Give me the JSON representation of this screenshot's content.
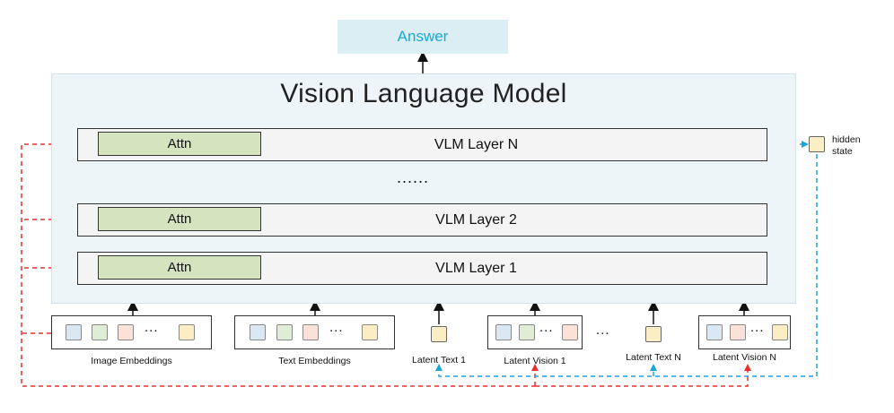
{
  "answer": {
    "label": "Answer"
  },
  "model": {
    "title": "Vision Language Model"
  },
  "layers": [
    {
      "attn": "Attn",
      "label": "VLM Layer N"
    },
    {
      "attn": "Attn",
      "label": "VLM Layer 2"
    },
    {
      "attn": "Attn",
      "label": "VLM Layer 1"
    }
  ],
  "layer_ellipsis": "......",
  "hidden_state": {
    "label": "hidden state"
  },
  "inputs": {
    "image_embeddings": {
      "label": "Image Embeddings",
      "dots": "..."
    },
    "text_embeddings": {
      "label": "Text Embeddings",
      "dots": "..."
    },
    "latent_text_1": {
      "label": "Latent Text 1"
    },
    "latent_vision_1": {
      "label": "Latent Vision 1",
      "dots": "..."
    },
    "between_ellipsis": "...",
    "latent_text_n": {
      "label": "Latent Text N"
    },
    "latent_vision_n": {
      "label": "Latent Vision N",
      "dots": "..."
    }
  },
  "colors": {
    "attn_connection": "#e8302e",
    "hidden_state_flow": "#1ba4dc",
    "answer_text": "#19a9d6",
    "attn_fill": "#d5e3bf",
    "model_background": "#eef5f8"
  }
}
